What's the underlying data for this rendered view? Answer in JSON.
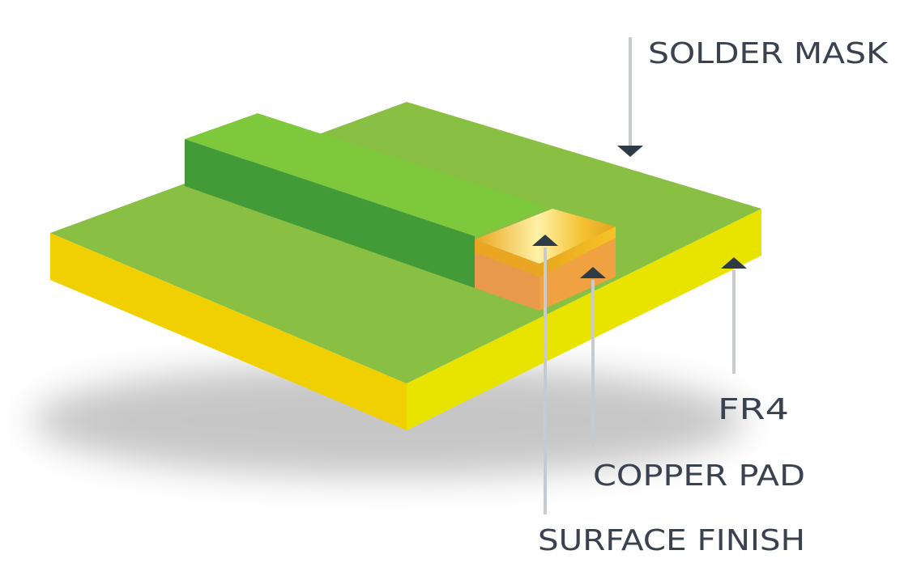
{
  "diagram": {
    "labels": {
      "solder_mask": "SOLDER MASK",
      "fr4": "FR4",
      "copper_pad": "COPPER PAD",
      "surface_finish": "SURFACE FINISH"
    },
    "colors": {
      "label_text": "#3a4250",
      "leader_line": "#c7cbcf",
      "marker": "#2e3a45",
      "fr4_top": "#89c043",
      "fr4_front": "#e8e400",
      "fr4_left": "#f0d000",
      "solder_mask_top": "#7ec83c",
      "solder_mask_side": "#439b38",
      "copper_pad_front": "#e9994c",
      "copper_pad_right": "#f0a242",
      "surface_finish": "#f4c43a"
    }
  }
}
